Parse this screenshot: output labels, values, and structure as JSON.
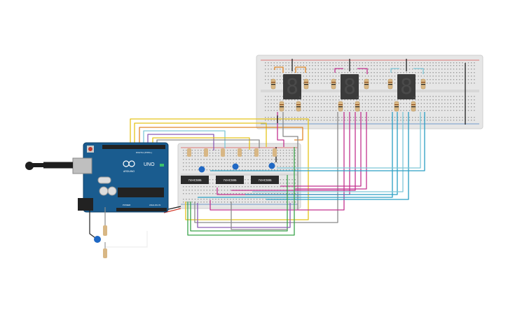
{
  "arduino": {
    "logo_text": "UNO",
    "brand_text": "ARDUINO",
    "digital_label": "DIGITAL (PWM~)",
    "power_label": "POWER",
    "analog_label": "ANALOG IN",
    "color": "#1a5c8f"
  },
  "chips": [
    {
      "label": "74HC595"
    },
    {
      "label": "74HC595"
    },
    {
      "label": "74HC595"
    }
  ],
  "displays": [
    {
      "digit": "8"
    },
    {
      "digit": "8"
    },
    {
      "digit": "8"
    }
  ],
  "colors": {
    "wire_yellow": "#e5c31a",
    "wire_magenta": "#c2338f",
    "wire_cyan": "#2a9fc4",
    "wire_lightblue": "#7ec7d8",
    "wire_green": "#3aa34a",
    "wire_gray": "#8a8a8a",
    "wire_purple": "#8c5bb5",
    "wire_orange": "#e0882a",
    "wire_red": "#d23a2a",
    "wire_black": "#222222",
    "breadboard": "#e6e6e6",
    "led_body": "#3b3b3b",
    "led_segment": "#4a4a4a"
  }
}
